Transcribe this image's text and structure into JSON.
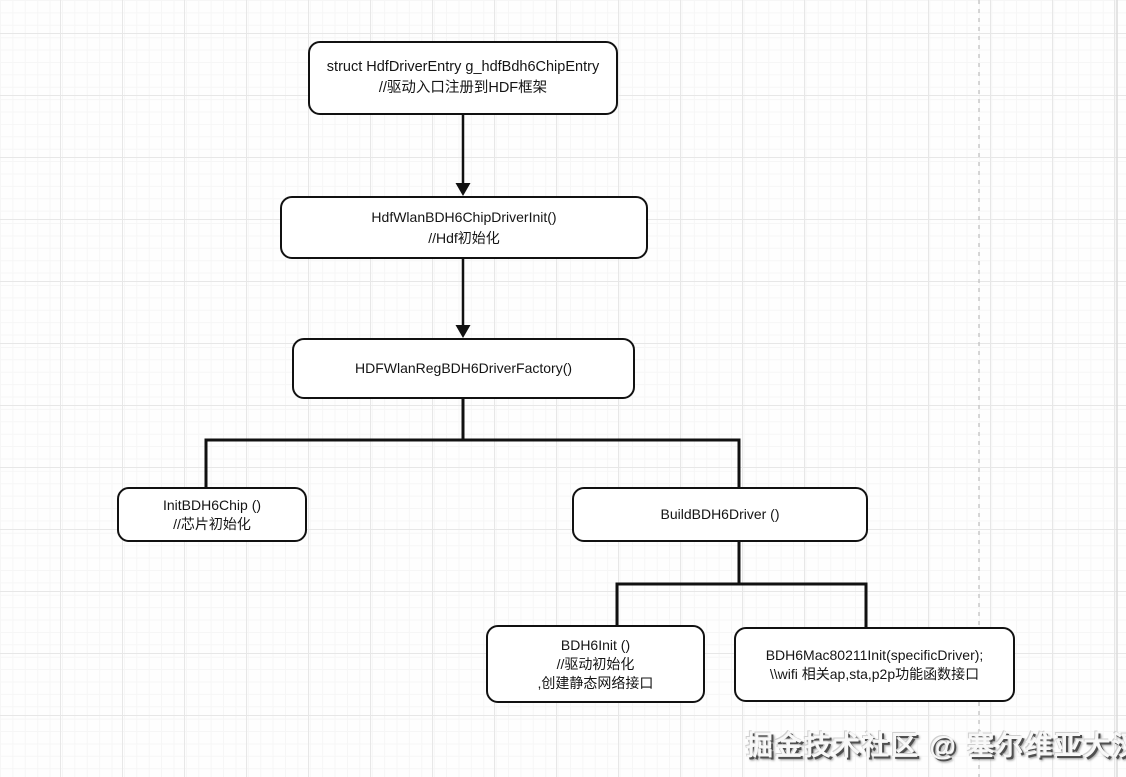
{
  "diagram": {
    "nodes": [
      {
        "id": "hdf-driver-entry",
        "lines": [
          "struct HdfDriverEntry g_hdfBdh6ChipEntry",
          "//驱动入口注册到HDF框架"
        ]
      },
      {
        "id": "hdf-wlan-bdh6-chip-driver-init",
        "lines": [
          "HdfWlanBDH6ChipDriverInit()",
          "//Hdf初始化"
        ]
      },
      {
        "id": "hdf-wlan-reg-bdh6-driver-factory",
        "lines": [
          "HDFWlanRegBDH6DriverFactory()"
        ]
      },
      {
        "id": "init-bdh6-chip",
        "lines": [
          "InitBDH6Chip ()",
          "//芯片初始化"
        ]
      },
      {
        "id": "build-bdh6-driver",
        "lines": [
          "BuildBDH6Driver ()"
        ]
      },
      {
        "id": "bdh6-init",
        "lines": [
          "BDH6Init ()",
          "//驱动初始化",
          ",创建静态网络接口"
        ]
      },
      {
        "id": "bdh6-mac80211-init",
        "lines": [
          "BDH6Mac80211Init(specificDriver);",
          "\\\\wifi 相关ap,sta,p2p功能函数接口"
        ]
      }
    ],
    "edges": [
      {
        "from": "hdf-driver-entry",
        "to": "hdf-wlan-bdh6-chip-driver-init",
        "arrowhead": true
      },
      {
        "from": "hdf-wlan-bdh6-chip-driver-init",
        "to": "hdf-wlan-reg-bdh6-driver-factory",
        "arrowhead": true
      },
      {
        "from": "hdf-wlan-reg-bdh6-driver-factory",
        "to": "init-bdh6-chip",
        "arrowhead": false
      },
      {
        "from": "hdf-wlan-reg-bdh6-driver-factory",
        "to": "build-bdh6-driver",
        "arrowhead": false
      },
      {
        "from": "build-bdh6-driver",
        "to": "bdh6-init",
        "arrowhead": false
      },
      {
        "from": "build-bdh6-driver",
        "to": "bdh6-mac80211-init",
        "arrowhead": false
      }
    ]
  },
  "watermark": {
    "text": "掘金技术社区 @ 塞尔维亚大汉"
  },
  "colors": {
    "node_border": "#111111",
    "node_fill": "#ffffff",
    "connector": "#111111",
    "grid_major": "#e7e7e7",
    "grid_minor": "#f6f6f6",
    "page_break_dash": "#bdbdbd",
    "watermark_fill": "#f8f8f8",
    "watermark_shadow": "#4f4f4f"
  }
}
